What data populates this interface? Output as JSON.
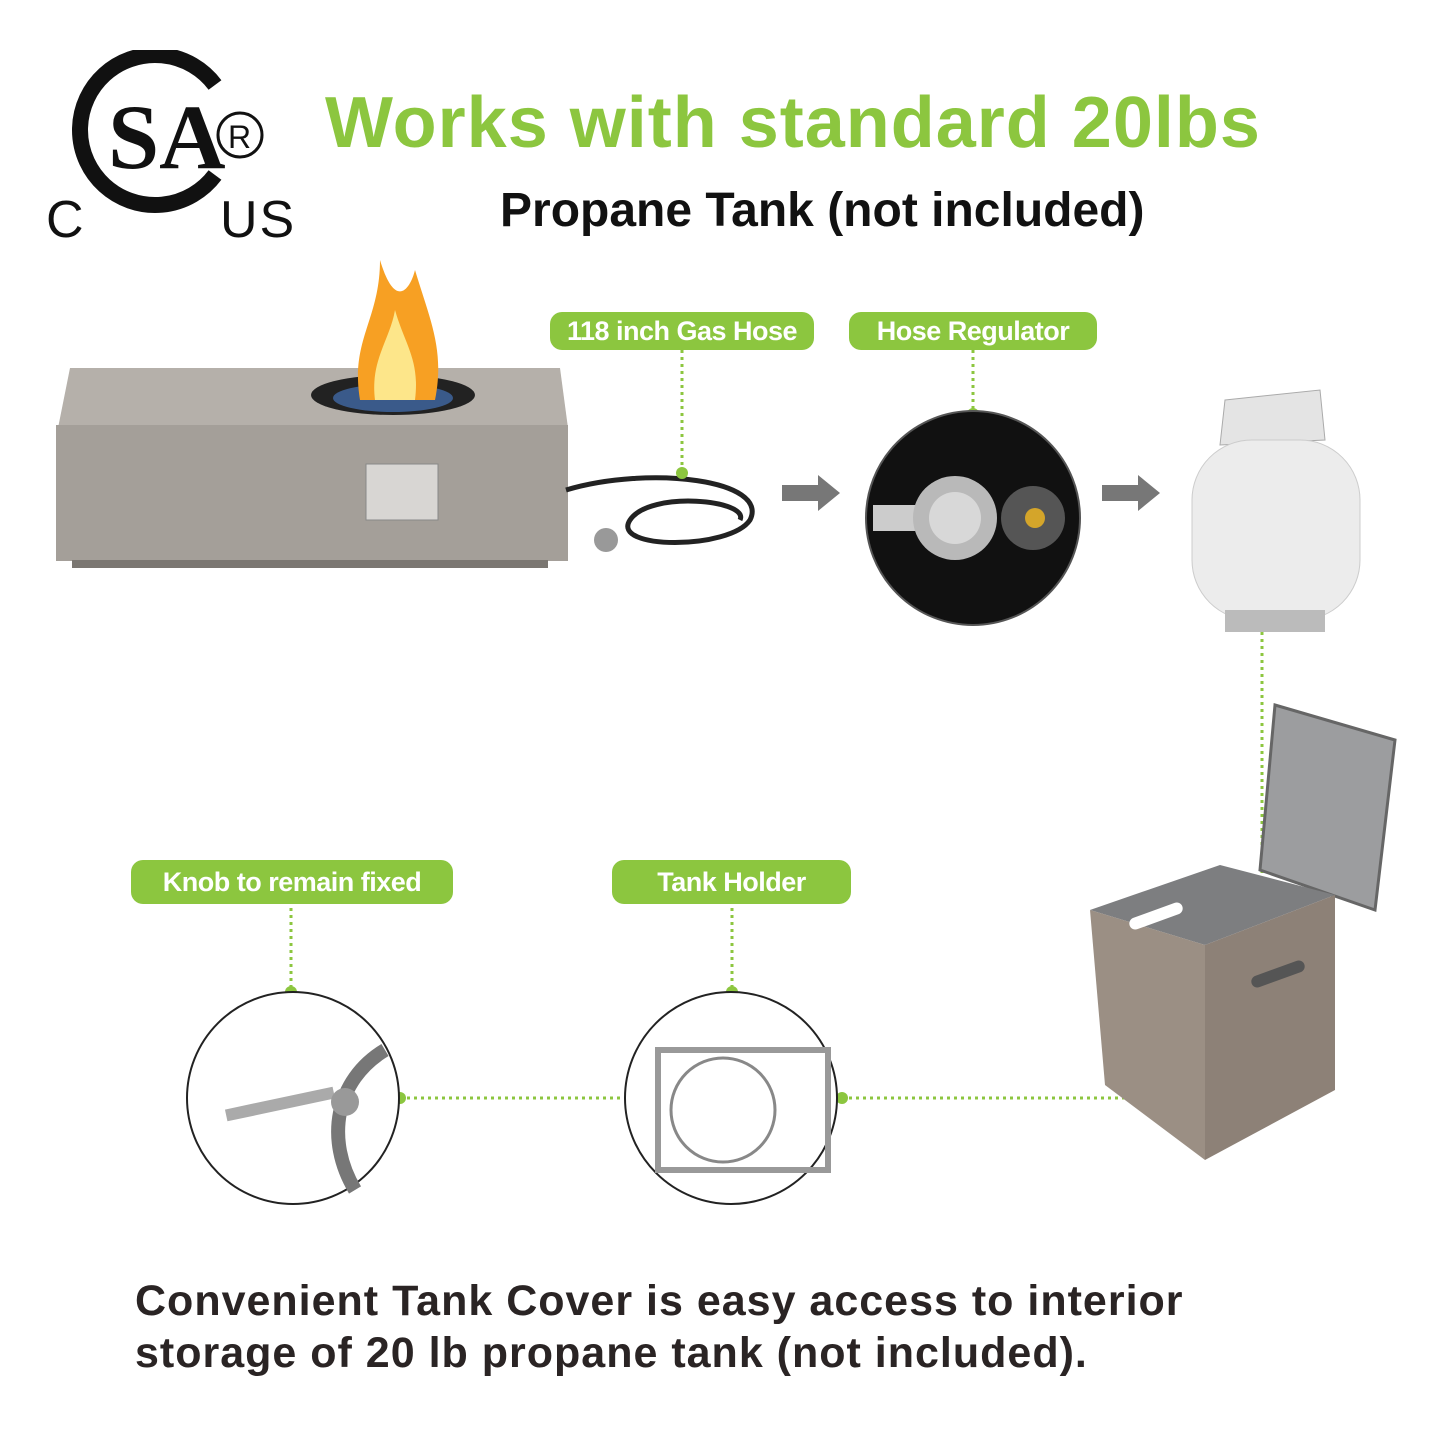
{
  "logo": {
    "mark": "CSA",
    "left": "C",
    "right": "US",
    "registered": "®"
  },
  "header": {
    "title": "Works with standard 20lbs",
    "subtitle": "Propane Tank (not included)"
  },
  "labels": {
    "hose": "118 inch Gas Hose",
    "regulator": "Hose Regulator",
    "knob": "Knob to remain fixed",
    "holder": "Tank Holder"
  },
  "footer": {
    "line1": "Convenient Tank Cover is easy access to interior",
    "line2": "storage of 20 lb propane tank (not included)."
  },
  "colors": {
    "accent": "#8cc63f",
    "text": "#111111",
    "footer": "#2a2424"
  }
}
